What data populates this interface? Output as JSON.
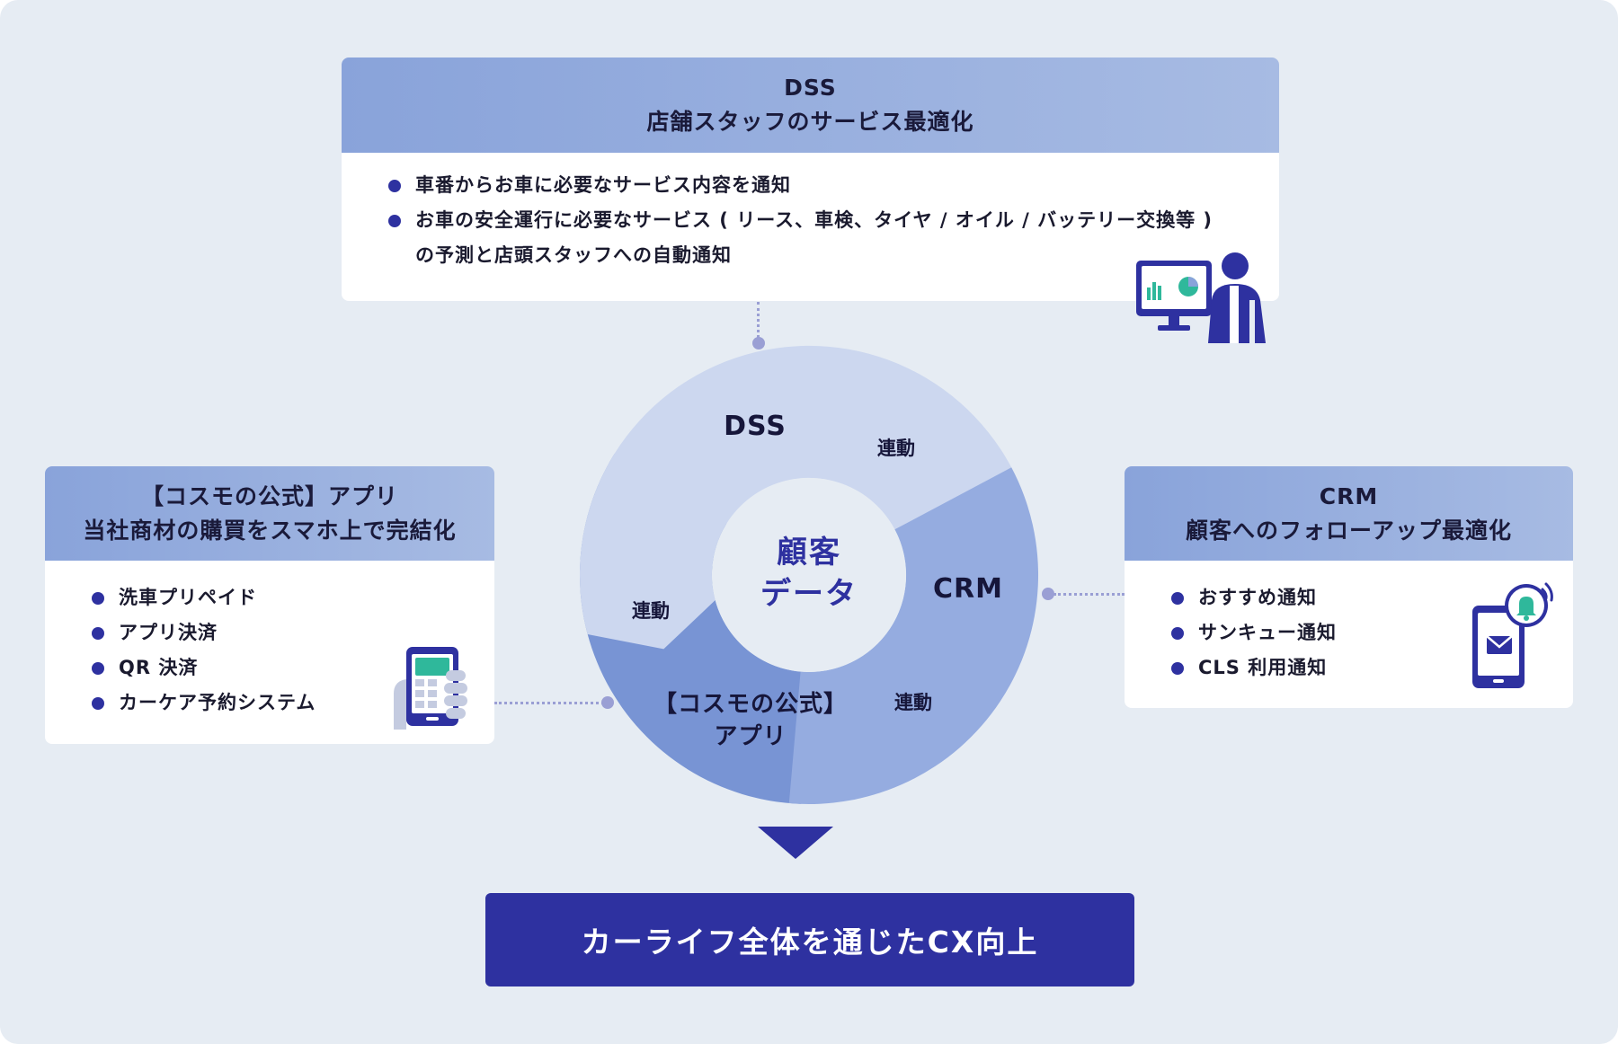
{
  "dss_card": {
    "title_line1": "DSS",
    "title_line2": "店舗スタッフのサービス最適化",
    "items": [
      "車番からお車に必要なサービス内容を通知",
      "お車の安全運行に必要なサービス ( リース、車検、タイヤ / オイル / バッテリー交換等 )"
    ],
    "item2_continuation": "の予測と店頭スタッフへの自動通知"
  },
  "app_card": {
    "title_line1": "【コスモの公式】アプリ",
    "title_line2": "当社商材の購買をスマホ上で完結化",
    "items": [
      "洗車プリペイド",
      "アプリ決済",
      "QR 決済",
      "カーケア予約システム"
    ]
  },
  "crm_card": {
    "title_line1": "CRM",
    "title_line2": "顧客へのフォローアップ最適化",
    "items": [
      "おすすめ通知",
      "サンキュー通知",
      "CLS 利用通知"
    ]
  },
  "cycle": {
    "segments": [
      {
        "label": "DSS",
        "color": "#ccd7ef"
      },
      {
        "label": "CRM",
        "color": "#95ace0"
      },
      {
        "label_line1": "【コスモの公式】",
        "label_line2": "アプリ",
        "color": "#7894d4"
      }
    ],
    "link_label": "連動",
    "center_line1": "顧客",
    "center_line2": "データ",
    "center_color": "#e6ecf3"
  },
  "result": {
    "text": "カーライフ全体を通じたCX向上"
  },
  "icons": {
    "dss": "staff-monitor-icon",
    "app": "smartphone-hand-icon",
    "crm": "phone-notification-icon"
  },
  "colors": {
    "accent": "#2e31a0",
    "background": "#e6ecf3",
    "header_gradient_start": "#89a3da",
    "header_gradient_end": "#a7bbe3",
    "icon_green": "#2fb89b"
  }
}
